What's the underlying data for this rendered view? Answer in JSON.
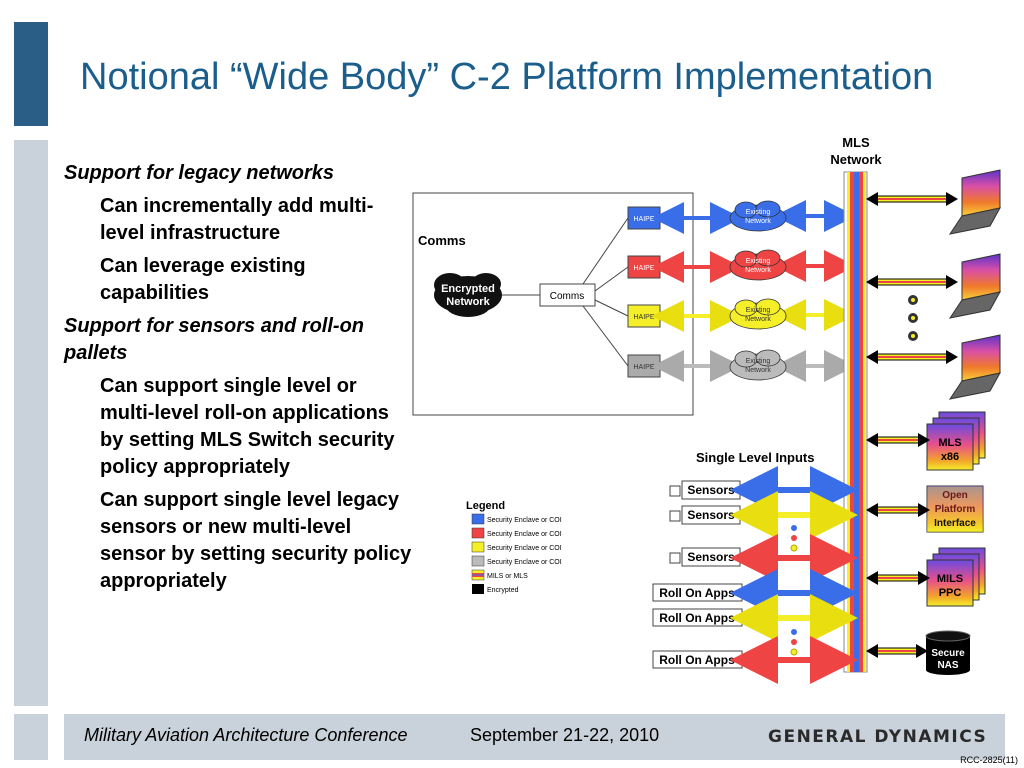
{
  "title": "Notional “Wide Body” C-2 Platform Implementation",
  "left_text": {
    "heading1": "Support for legacy networks",
    "bullet1": "Can incrementally add multi-level infrastructure",
    "bullet2": "Can leverage existing capabilities",
    "heading2": "Support for sensors and roll-on pallets",
    "bullet3": "Can support single level or multi-level roll-on applications by setting MLS Switch security policy appropriately",
    "bullet4": "Can support single level legacy sensors or new multi-level sensor by setting security policy appropriately",
    "bullet_glyph": ""
  },
  "diagram": {
    "mls_network_line1": "MLS",
    "mls_network_line2": "Network",
    "comms_label": "Comms",
    "encrypted_network_line1": "Encrypted",
    "encrypted_network_line2": "Network",
    "comms_box": "Comms",
    "haipe": "HAIPE",
    "existing_line1": "Existing",
    "existing_line2": "Network",
    "single_level_inputs": "Single Level Inputs",
    "sensors": "Sensors",
    "roll_on_apps": "Roll On Apps",
    "mls_x86_line1": "MLS",
    "mls_x86_line2": "x86",
    "open_platform_line1": "Open",
    "open_platform_line2": "Platform",
    "open_platform_line3": "Interface",
    "mils_ppc_line1": "MILS",
    "mils_ppc_line2": "PPC",
    "secure_nas_line1": "Secure",
    "secure_nas_line2": "NAS",
    "legend_title": "Legend",
    "legend_items": [
      {
        "label": "Security Enclave or COI",
        "color": "#3a6ee8"
      },
      {
        "label": "Security Enclave or COI",
        "color": "#ee4444"
      },
      {
        "label": "Security Enclave or COI",
        "color": "#f5ef2a"
      },
      {
        "label": "Security Enclave or COI",
        "color": "#bbbbbb"
      },
      {
        "label": "MILS or MLS",
        "color": "multi"
      },
      {
        "label": "Encrypted",
        "color": "#000000"
      }
    ]
  },
  "footer": {
    "conference": "Military Aviation Architecture Conference",
    "separator": "",
    "date": "September 21-22, 2010",
    "logo": "GENERAL DYNAMICS",
    "code": "RCC-2825(11)"
  },
  "colors": {
    "title": "#1b5e8c",
    "sidebar": "#c9d2da",
    "blue": "#3a6ee8",
    "red": "#ee4444",
    "yellow": "#f5ef2a",
    "gray": "#bbbbbb"
  }
}
